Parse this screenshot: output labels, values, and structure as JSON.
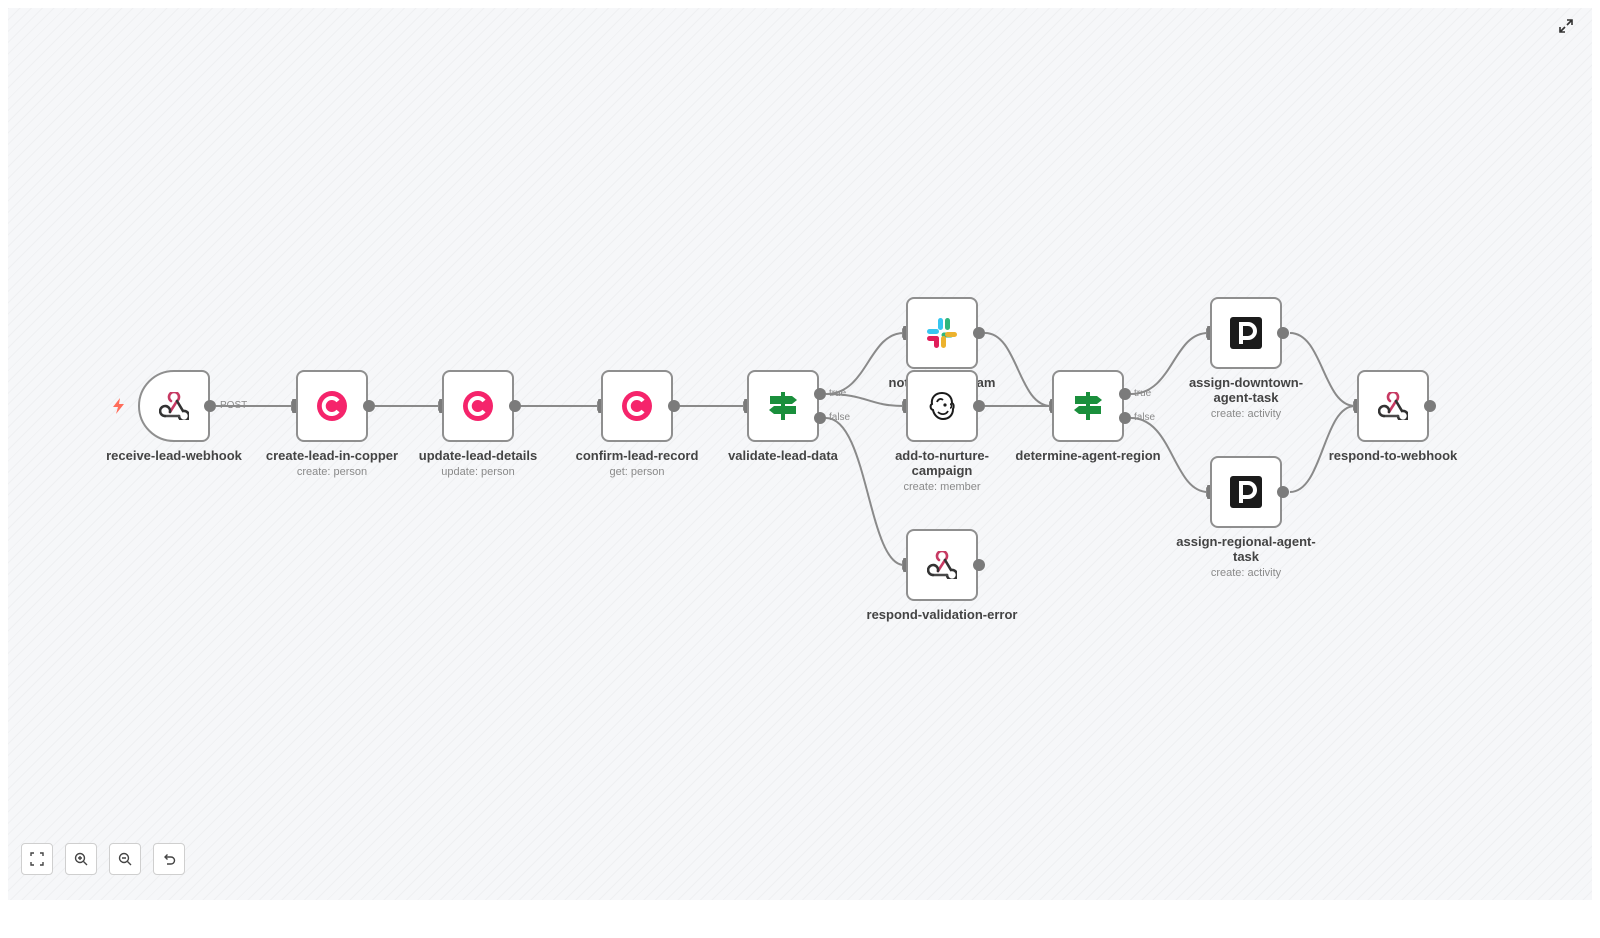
{
  "nodes": {
    "receive_lead_webhook": {
      "label": "receive-lead-webhook",
      "subtitle": "",
      "icon": "webhook-icon"
    },
    "create_lead_in_copper": {
      "label": "create-lead-in-copper",
      "subtitle": "create: person",
      "icon": "copper-icon"
    },
    "update_lead_details": {
      "label": "update-lead-details",
      "subtitle": "update: person",
      "icon": "copper-icon"
    },
    "confirm_lead_record": {
      "label": "confirm-lead-record",
      "subtitle": "get: person",
      "icon": "copper-icon"
    },
    "validate_lead_data": {
      "label": "validate-lead-data",
      "subtitle": "",
      "icon": "if-signpost-icon"
    },
    "notify_sales_team": {
      "label": "notify-sales-team",
      "subtitle": "",
      "icon": "slack-icon"
    },
    "add_to_nurture_campaign": {
      "label": "add-to-nurture-campaign",
      "subtitle": "create: member",
      "icon": "mailchimp-icon"
    },
    "respond_validation_error": {
      "label": "respond-validation-error",
      "subtitle": "",
      "icon": "webhook-icon"
    },
    "determine_agent_region": {
      "label": "determine-agent-region",
      "subtitle": "",
      "icon": "if-signpost-icon"
    },
    "assign_downtown_agent_task": {
      "label": "assign-downtown-agent-task",
      "subtitle": "create: activity",
      "icon": "pipedrive-icon"
    },
    "assign_regional_agent_task": {
      "label": "assign-regional-agent-task",
      "subtitle": "create: activity",
      "icon": "pipedrive-icon"
    },
    "respond_to_webhook": {
      "label": "respond-to-webhook",
      "subtitle": "",
      "icon": "webhook-icon"
    }
  },
  "edge_labels": {
    "post": "POST",
    "validate_true": "true",
    "validate_false": "false",
    "region_true": "true",
    "region_false": "false"
  },
  "controls": {
    "fit_view": "fit-view-icon",
    "zoom_in": "zoom-in-icon",
    "zoom_out": "zoom-out-icon",
    "reset": "reset-icon",
    "expand": "expand-icon"
  },
  "colors": {
    "copper": "#f5246b",
    "if_green": "#1a8f3c",
    "pipedrive": "#1b1b1b",
    "edge": "#8a8a8a",
    "trigger_bolt": "#ff6d5a"
  }
}
